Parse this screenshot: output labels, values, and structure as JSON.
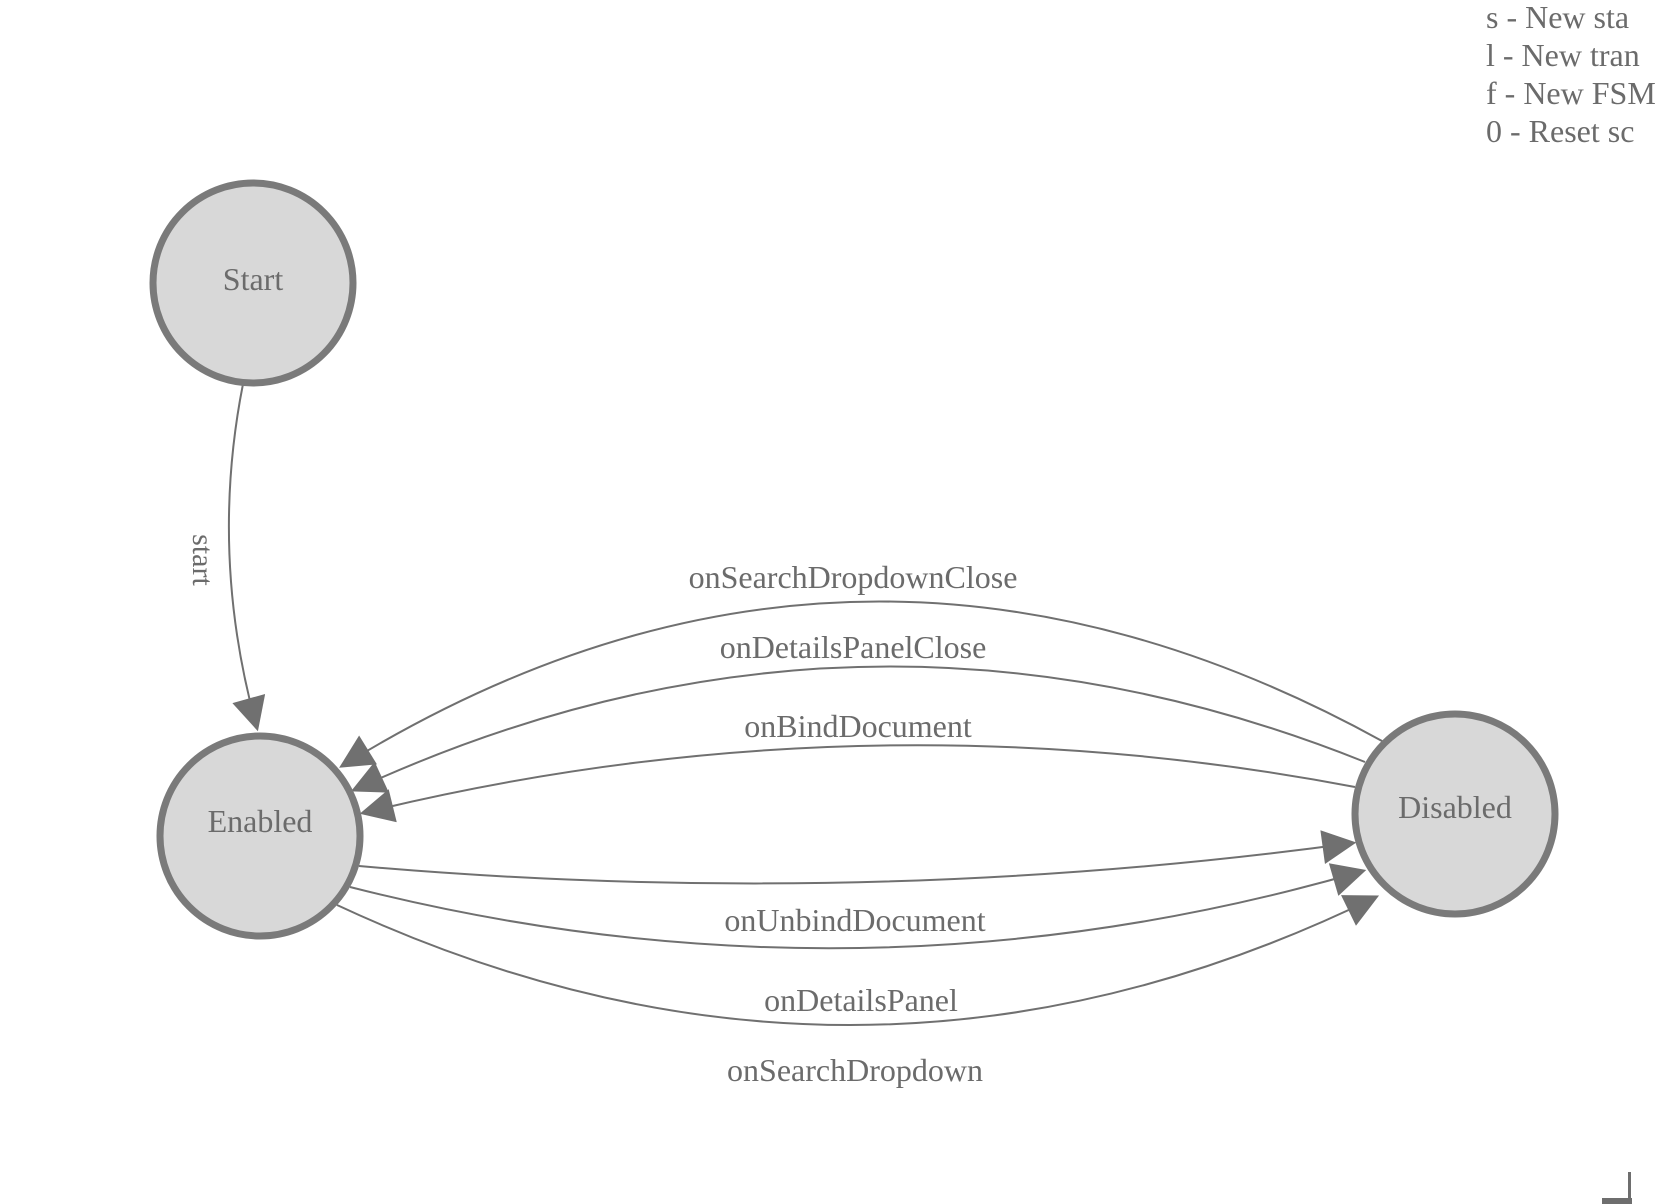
{
  "background": "#ffffff",
  "legend": {
    "items": [
      "s - New sta",
      "l - New tran",
      "f - New FSM",
      "0 - Reset sc"
    ]
  },
  "diagram": {
    "nodes": [
      {
        "id": "start",
        "label": "Start"
      },
      {
        "id": "enabled",
        "label": "Enabled"
      },
      {
        "id": "disabled",
        "label": "Disabled"
      }
    ],
    "edges": [
      {
        "label": "start",
        "from": "start",
        "to": "enabled"
      },
      {
        "label": "onSearchDropdownClose",
        "from": "disabled",
        "to": "enabled"
      },
      {
        "label": "onDetailsPanelClose",
        "from": "disabled",
        "to": "enabled"
      },
      {
        "label": "onBindDocument",
        "from": "disabled",
        "to": "enabled"
      },
      {
        "label": "onUnbindDocument",
        "from": "enabled",
        "to": "disabled"
      },
      {
        "label": "onDetailsPanel",
        "from": "enabled",
        "to": "disabled"
      },
      {
        "label": "onSearchDropdown",
        "from": "enabled",
        "to": "disabled"
      }
    ]
  },
  "colors": {
    "node_fill": "#d8d8d8",
    "node_stroke": "#7a7a7a",
    "edge_stroke": "#707070",
    "label_text": "#6b6b6b"
  }
}
